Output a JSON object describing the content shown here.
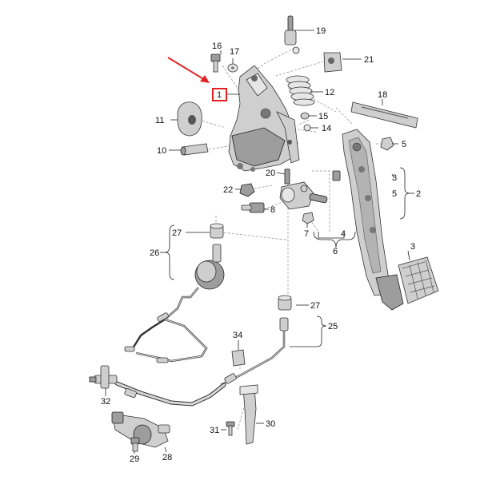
{
  "labels": {
    "l1": "1",
    "l2": "2",
    "l3a": "3",
    "l3b": "3",
    "l4": "4",
    "l5a": "5",
    "l5b": "5",
    "l6": "6",
    "l7": "7",
    "l8": "8",
    "l10": "10",
    "l11": "11",
    "l12": "12",
    "l14": "14",
    "l15": "15",
    "l16": "16",
    "l17": "17",
    "l18": "18",
    "l19": "19",
    "l20": "20",
    "l21": "21",
    "l22": "22",
    "l25": "25",
    "l26": "26",
    "l27a": "27",
    "l27b": "27",
    "l28": "28",
    "l29": "29",
    "l30": "30",
    "l31": "31",
    "l32": "32",
    "l34": "34"
  },
  "colors": {
    "highlight": "#e02424",
    "part": "#cfcfcf",
    "part_dark": "#9d9d9d",
    "leader": "#222222",
    "dashed": "#8a8a8a"
  }
}
